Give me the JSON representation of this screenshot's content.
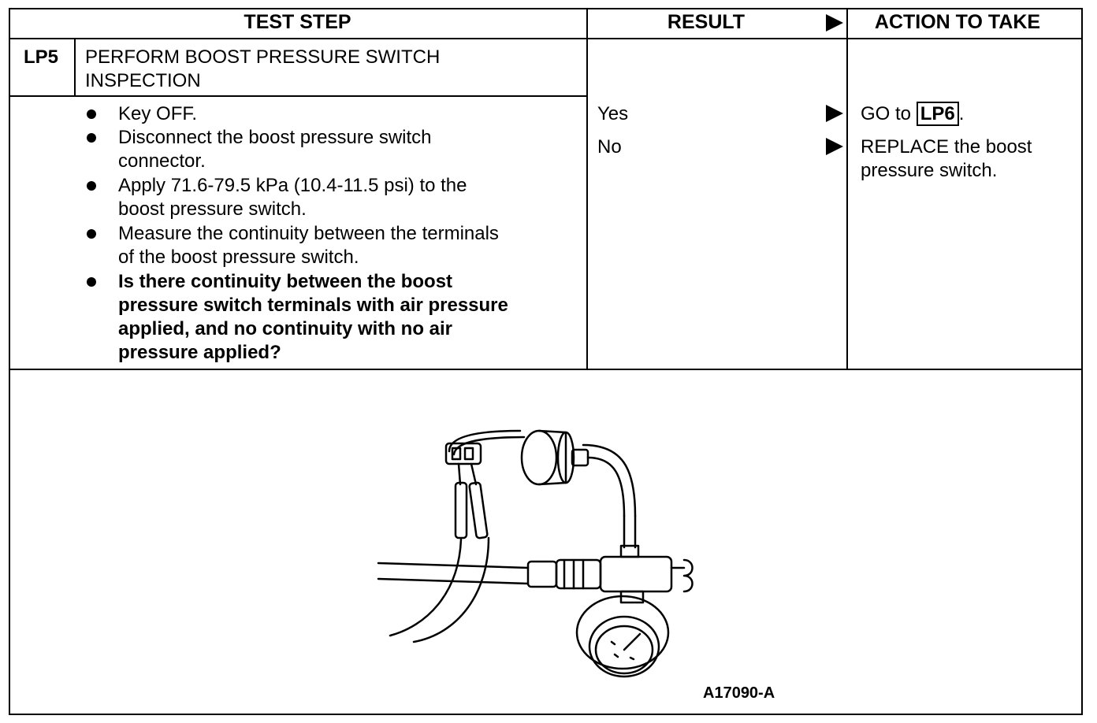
{
  "header": {
    "test_step": "TEST STEP",
    "result": "RESULT",
    "action": "ACTION TO TAKE"
  },
  "step": {
    "id": "LP5",
    "title_line1": "PERFORM BOOST PRESSURE SWITCH",
    "title_line2": "INSPECTION",
    "bullets": [
      {
        "lines": [
          "Key OFF."
        ]
      },
      {
        "lines": [
          "Disconnect the boost pressure switch",
          "connector."
        ]
      },
      {
        "lines": [
          "Apply 71.6-79.5 kPa (10.4-11.5 psi) to the",
          "boost pressure switch."
        ]
      },
      {
        "lines": [
          "Measure the continuity between the terminals",
          "of the boost pressure switch."
        ]
      },
      {
        "lines": [
          "Is there continuity between the boost",
          "pressure switch terminals with air pressure",
          "applied, and no continuity with no air",
          "pressure applied?"
        ]
      }
    ]
  },
  "results": {
    "yes": "Yes",
    "no": "No"
  },
  "actions": {
    "yes_prefix": "GO to",
    "yes_ref": "LP6",
    "yes_suffix": ".",
    "no_line1": "REPLACE the boost",
    "no_line2": "pressure switch."
  },
  "figure": {
    "code": "A17090-A"
  }
}
